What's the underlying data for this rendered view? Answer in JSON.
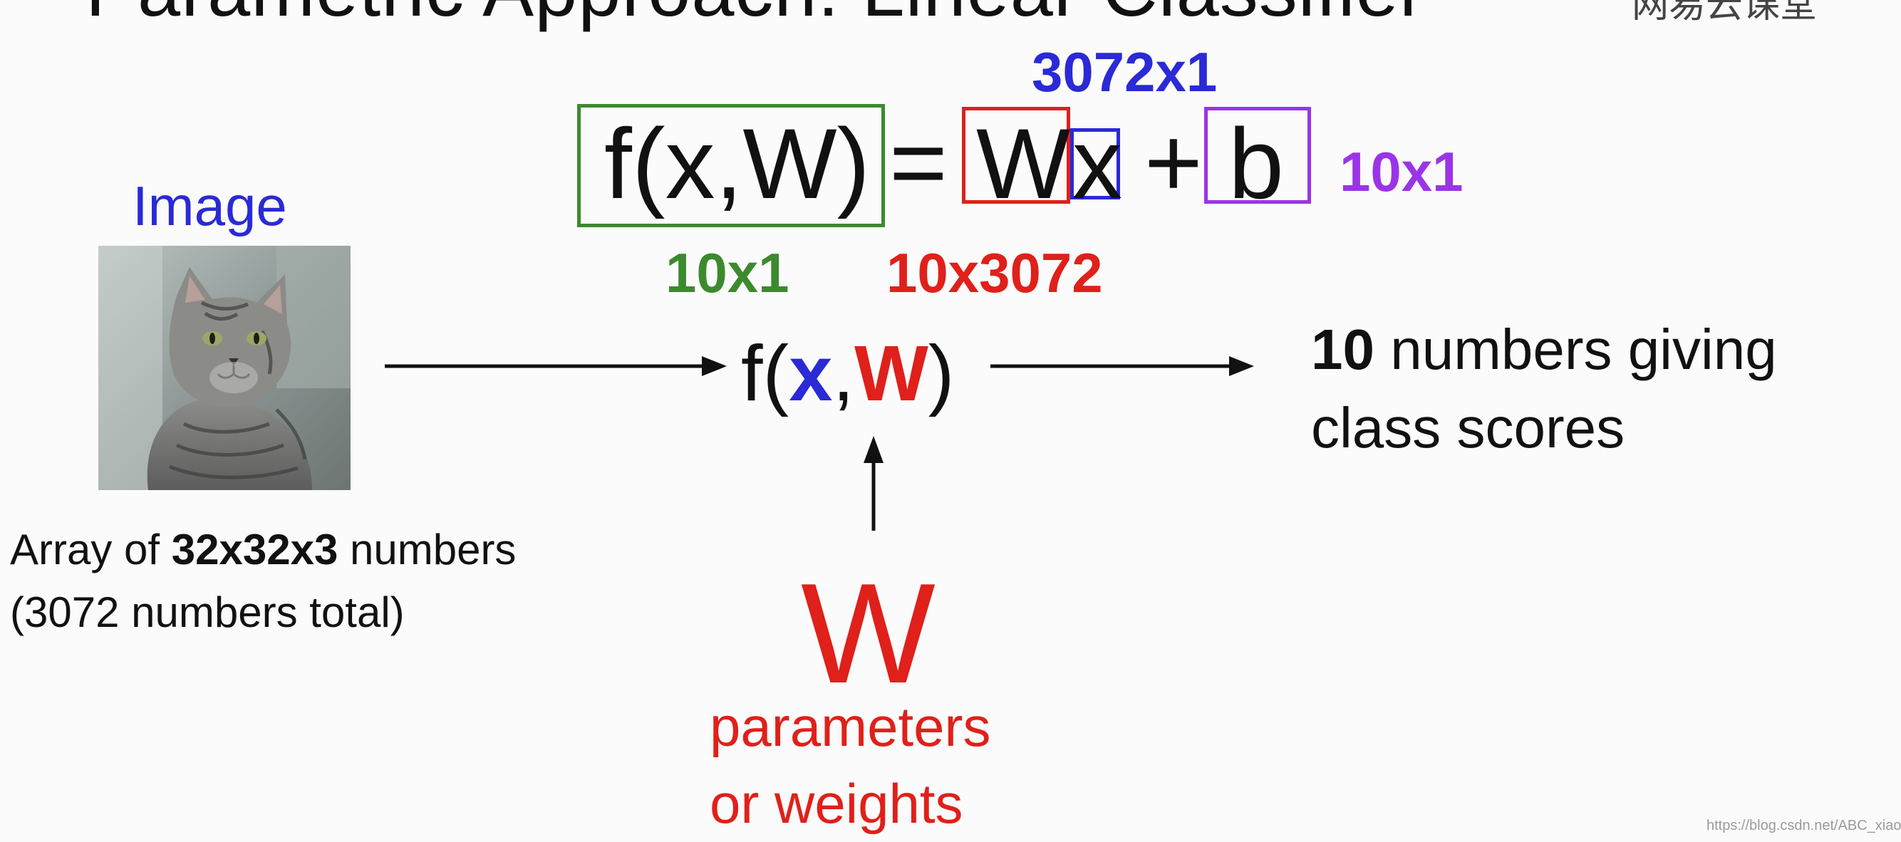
{
  "equation": {
    "lhs": "f(x,W)",
    "equals": "=",
    "W": "W",
    "x": "x",
    "plus": "+",
    "b": "b"
  },
  "dims": {
    "fx": "10x1",
    "W": "10x3072",
    "x": "3072x1",
    "b": "10x1"
  },
  "image": {
    "label": "Image",
    "caption_pre": "Array of ",
    "caption_bold": "32x32x3",
    "caption_post": " numbers",
    "caption_line2": "(3072 numbers total)"
  },
  "function": {
    "f_open": "f(",
    "x": "x",
    "comma": ",",
    "W": "W",
    "close": ")"
  },
  "output": {
    "bold": "10",
    "rest": " numbers giving",
    "line2": "class scores"
  },
  "weights": {
    "symbol": "W",
    "line1": "parameters",
    "line2": "or weights"
  },
  "colors": {
    "green": "#3c8a2e",
    "red": "#e0201a",
    "blue": "#2a2ad6",
    "purple": "#9b34e6"
  },
  "cropped_title": "Parametric Approach: Linear Classifier",
  "cropped_logo": "网易云课堂",
  "watermark": "https://blog.csdn.net/ABC_xiaoming"
}
